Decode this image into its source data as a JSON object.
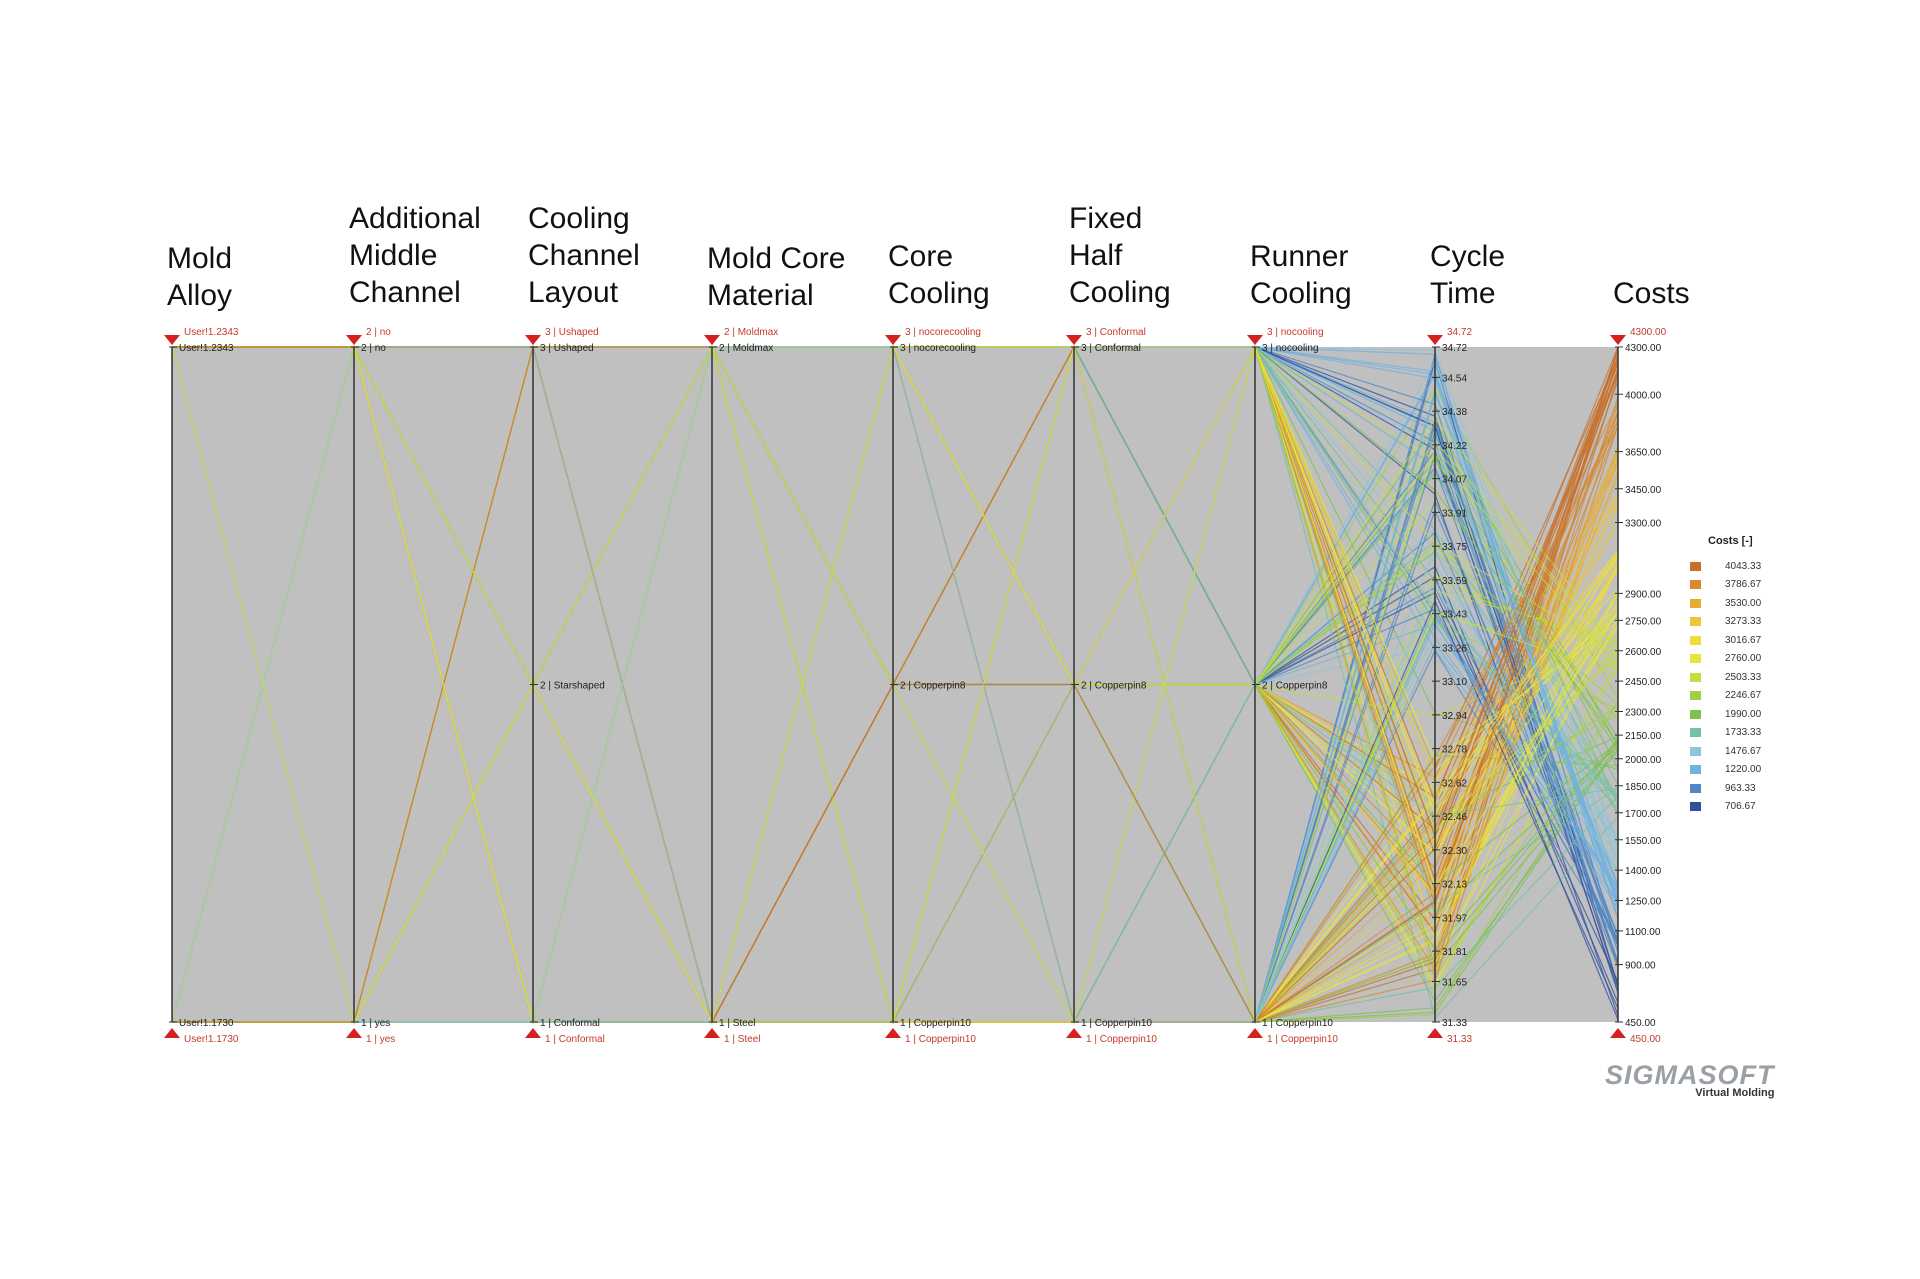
{
  "chart_data": {
    "type": "parallel-coordinates",
    "axes": [
      {
        "title": "Mold\nAlloy",
        "top_label": "User!1.2343",
        "bottom_label": "User!1.1730",
        "ticks": [
          {
            "pos": 1,
            "label": "User!1.2343"
          },
          {
            "pos": 0,
            "label": "User!1.1730"
          }
        ]
      },
      {
        "title": "Additional\nMiddle\nChannel",
        "top_label": "2 | no",
        "bottom_label": "1 | yes",
        "ticks": [
          {
            "pos": 1,
            "label": "2 | no"
          },
          {
            "pos": 0,
            "label": "1 | yes"
          }
        ]
      },
      {
        "title": "Cooling\nChannel\nLayout",
        "top_label": "3 | Ushaped",
        "bottom_label": "1 | Conformal",
        "ticks": [
          {
            "pos": 1,
            "label": "3 | Ushaped"
          },
          {
            "pos": 0.5,
            "label": "2 | Starshaped"
          },
          {
            "pos": 0,
            "label": "1 | Conformal"
          }
        ]
      },
      {
        "title": "Mold Core\nMaterial",
        "top_label": "2 | Moldmax",
        "bottom_label": "1 | Steel",
        "ticks": [
          {
            "pos": 1,
            "label": "2 | Moldmax"
          },
          {
            "pos": 0,
            "label": "1 | Steel"
          }
        ]
      },
      {
        "title": "Core\nCooling",
        "top_label": "3 | nocorecooling",
        "bottom_label": "1 | Copperpin10",
        "ticks": [
          {
            "pos": 1,
            "label": "3 | nocorecooling"
          },
          {
            "pos": 0.5,
            "label": "2 | Copperpin8"
          },
          {
            "pos": 0,
            "label": "1 | Copperpin10"
          }
        ]
      },
      {
        "title": "Fixed\nHalf\nCooling",
        "top_label": "3 | Conformal",
        "bottom_label": "1 | Copperpin10",
        "ticks": [
          {
            "pos": 1,
            "label": "3 | Conformal"
          },
          {
            "pos": 0.5,
            "label": "2 | Copperpin8"
          },
          {
            "pos": 0,
            "label": "1 | Copperpin10"
          }
        ]
      },
      {
        "title": "Runner\nCooling",
        "top_label": "3 | nocooling",
        "bottom_label": "1 | Copperpin10",
        "ticks": [
          {
            "pos": 1,
            "label": "3 | nocooling"
          },
          {
            "pos": 0.5,
            "label": "2 | Copperpin8"
          },
          {
            "pos": 0,
            "label": "1 | Copperpin10"
          }
        ]
      },
      {
        "title": "Cycle\nTime",
        "top_label": "34.72",
        "bottom_label": "31.33",
        "ticks": [
          {
            "pos": 1.0,
            "label": "34.72"
          },
          {
            "pos": 0.955,
            "label": "34.54"
          },
          {
            "pos": 0.905,
            "label": "34.38"
          },
          {
            "pos": 0.855,
            "label": "34.22"
          },
          {
            "pos": 0.805,
            "label": "34.07"
          },
          {
            "pos": 0.755,
            "label": "33.91"
          },
          {
            "pos": 0.705,
            "label": "33.75"
          },
          {
            "pos": 0.655,
            "label": "33.59"
          },
          {
            "pos": 0.605,
            "label": "33.43"
          },
          {
            "pos": 0.555,
            "label": "33.26"
          },
          {
            "pos": 0.505,
            "label": "33.10"
          },
          {
            "pos": 0.455,
            "label": "32.94"
          },
          {
            "pos": 0.405,
            "label": "32.78"
          },
          {
            "pos": 0.355,
            "label": "32.62"
          },
          {
            "pos": 0.305,
            "label": "32.46"
          },
          {
            "pos": 0.255,
            "label": "32.30"
          },
          {
            "pos": 0.205,
            "label": "32.13"
          },
          {
            "pos": 0.155,
            "label": "31.97"
          },
          {
            "pos": 0.105,
            "label": "31.81"
          },
          {
            "pos": 0.06,
            "label": "31.65"
          },
          {
            "pos": 0.0,
            "label": "31.33"
          }
        ]
      },
      {
        "title": "Costs",
        "top_label": "4300.00",
        "bottom_label": "450.00",
        "ticks": [
          {
            "pos": 1.0,
            "label": "4300.00"
          },
          {
            "pos": 0.93,
            "label": "4000.00"
          },
          {
            "pos": 0.845,
            "label": "3650.00"
          },
          {
            "pos": 0.79,
            "label": "3450.00"
          },
          {
            "pos": 0.74,
            "label": "3300.00"
          },
          {
            "pos": 0.635,
            "label": "2900.00"
          },
          {
            "pos": 0.595,
            "label": "2750.00"
          },
          {
            "pos": 0.55,
            "label": "2600.00"
          },
          {
            "pos": 0.505,
            "label": "2450.00"
          },
          {
            "pos": 0.46,
            "label": "2300.00"
          },
          {
            "pos": 0.425,
            "label": "2150.00"
          },
          {
            "pos": 0.39,
            "label": "2000.00"
          },
          {
            "pos": 0.35,
            "label": "1850.00"
          },
          {
            "pos": 0.31,
            "label": "1700.00"
          },
          {
            "pos": 0.27,
            "label": "1550.00"
          },
          {
            "pos": 0.225,
            "label": "1400.00"
          },
          {
            "pos": 0.18,
            "label": "1250.00"
          },
          {
            "pos": 0.135,
            "label": "1100.00"
          },
          {
            "pos": 0.085,
            "label": "900.00"
          },
          {
            "pos": 0.0,
            "label": "450.00"
          }
        ]
      }
    ],
    "legend": {
      "title": "Costs [-]",
      "placement": "right",
      "entries": [
        {
          "label": "4043.33",
          "color": "#c8702a"
        },
        {
          "label": "3786.67",
          "color": "#d98a2e"
        },
        {
          "label": "3530.00",
          "color": "#e8ab32"
        },
        {
          "label": "3273.33",
          "color": "#eec53a"
        },
        {
          "label": "3016.67",
          "color": "#f0dc3c"
        },
        {
          "label": "2760.00",
          "color": "#e6e63d"
        },
        {
          "label": "2503.33",
          "color": "#c7dc3e"
        },
        {
          "label": "2246.67",
          "color": "#a2cf44"
        },
        {
          "label": "1990.00",
          "color": "#7dc24d"
        },
        {
          "label": "1733.33",
          "color": "#74c2a0"
        },
        {
          "label": "1476.67",
          "color": "#8ac6dc"
        },
        {
          "label": "1220.00",
          "color": "#6fb2e0"
        },
        {
          "label": "963.33",
          "color": "#4f86c6"
        },
        {
          "label": "706.67",
          "color": "#2f4f9e"
        }
      ]
    },
    "background": "#c0c0c0",
    "marker_color": "#d62020"
  },
  "logo": {
    "main": "SIGMASOFT",
    "sub": "Virtual Molding"
  }
}
